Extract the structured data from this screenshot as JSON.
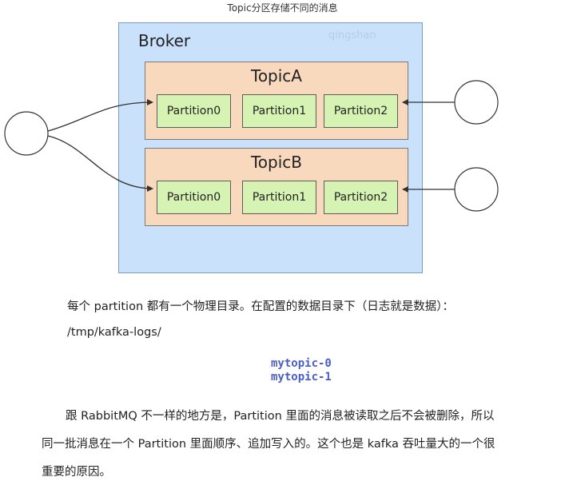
{
  "diagram": {
    "caption": "Topic分区存储不同的消息",
    "broker_label": "Broker",
    "watermark_tag": "qingshan",
    "topics": [
      {
        "label": "TopicA",
        "partitions": [
          "Partition0",
          "Partition1",
          "Partition2"
        ]
      },
      {
        "label": "TopicB",
        "partitions": [
          "Partition0",
          "Partition1",
          "Partition2"
        ]
      }
    ]
  },
  "text": {
    "line1": "每个 partition 都有一个物理目录。在配置的数据目录下（日志就是数据）：",
    "line2": "/tmp/kafka-logs/",
    "code_lines": [
      "mytopic-0",
      "mytopic-1"
    ],
    "para2_line1": "跟 RabbitMQ 不一样的地方是，Partition 里面的消息被读取之后不会被删除，所以",
    "para2_line2": "同一批消息在一个 Partition 里面顺序、追加写入的。这个也是 kafka 吞吐量大的一个很",
    "para2_line3": "重要的原因。"
  },
  "colors": {
    "broker_fill": "#c9e1fb",
    "topic_fill": "#f9d9bd",
    "partition_fill": "#d6f3b4",
    "code_color": "#4b5ec7"
  }
}
